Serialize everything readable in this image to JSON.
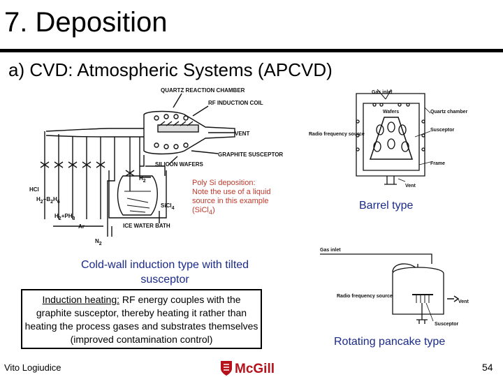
{
  "slide": {
    "title": "7. Deposition",
    "subtitle": "a) CVD: Atmospheric Systems (APCVD)",
    "footer": {
      "author": "Vito Logiudice",
      "page_number": "54",
      "logo_text": "McGill"
    }
  },
  "cold_wall_diagram": {
    "labels": {
      "chamber": "QUARTZ REACTION CHAMBER",
      "coil": "RF INDUCTION COIL",
      "vent": "VENT",
      "susceptor": "GRAPHITE SUSCEPTOR",
      "wafers": "SILICON WAFERS",
      "h2_top": "H",
      "h2_top_sub": "2",
      "sicl4": "S",
      "sicl4_rest": "iCl",
      "sicl4_sub": "4",
      "hcl": "HCl",
      "h2b2h6_a": "H",
      "h2b2h6_a_sub": "2",
      "h2b2h6_b": "+B",
      "h2b2h6_b_sub": "2",
      "h2b2h6_c": "H",
      "h2b2h6_c_sub": "6",
      "h2ph3_a": "H",
      "h2ph3_a_sub": "2",
      "h2ph3_b": "+PH",
      "h2ph3_b_sub": "3",
      "ar": "Ar",
      "bath": "ICE WATER BATH",
      "n2": "N",
      "n2_sub": "2"
    },
    "note": {
      "line1": "Poly Si deposition: Note the use of a liquid source in this example (SiCl",
      "sub": "4",
      "close": ")"
    },
    "caption": "Cold-wall induction type with tilted susceptor"
  },
  "barrel_diagram": {
    "labels": {
      "gas_inlet": "Gas inlet",
      "wafers": "Wafers",
      "quartz": "Quartz chamber",
      "rf_source": "Radio frequency source",
      "susceptor": "Susceptor",
      "vent": "Vent",
      "frame": "Frame"
    },
    "caption": "Barrel type"
  },
  "pancake_diagram": {
    "labels": {
      "gas_inlet": "Gas inlet",
      "rf_source": "Radio frequency source",
      "vent": "Vent",
      "susceptor": "Susceptor"
    },
    "caption": "Rotating pancake type"
  },
  "induction_note": {
    "lead": "Induction heating:",
    "text": " RF energy couples with the graphite susceptor, thereby heating it rather than heating the process gases and substrates themselves (improved contamination control)"
  }
}
